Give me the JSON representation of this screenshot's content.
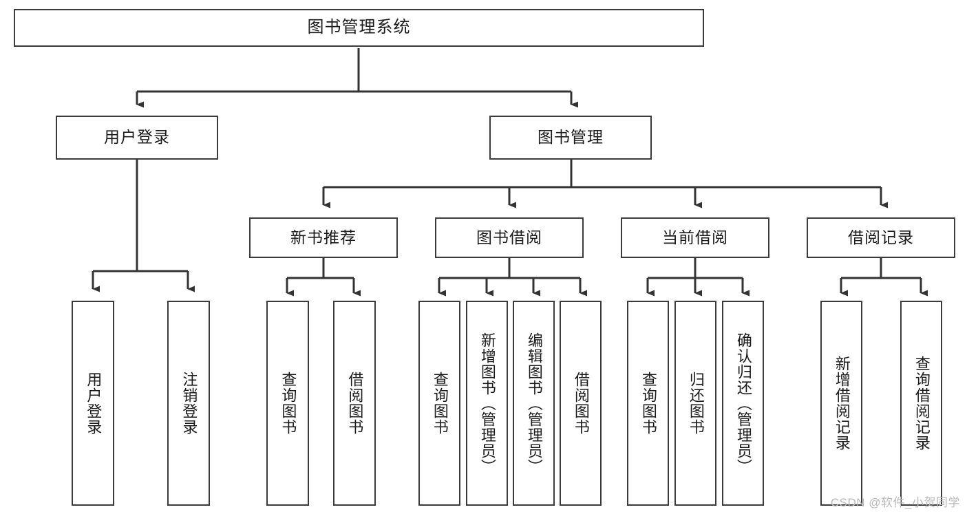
{
  "diagram": {
    "type": "tree-hierarchy-chart",
    "title": "图书管理系统",
    "watermark": "CSDN @软件_小贺同学",
    "colors": {
      "box_border": "#3a3a3a",
      "box_fill": "#ffffff",
      "connector": "#333333",
      "text": "#1b1b1b",
      "watermark": "#b9b9b9",
      "background": "#ffffff"
    },
    "levels": [
      {
        "level": 1,
        "nodes": [
          {
            "id": "root",
            "label": "图书管理系统",
            "orientation": "horizontal"
          }
        ]
      },
      {
        "level": 2,
        "nodes": [
          {
            "id": "user-login",
            "label": "用户登录",
            "orientation": "horizontal",
            "parent": "root"
          },
          {
            "id": "book-manage",
            "label": "图书管理",
            "orientation": "horizontal",
            "parent": "root"
          }
        ]
      },
      {
        "level": 3,
        "nodes": [
          {
            "id": "new-book-rec",
            "label": "新书推荐",
            "orientation": "horizontal",
            "parent": "book-manage"
          },
          {
            "id": "book-borrow",
            "label": "图书借阅",
            "orientation": "horizontal",
            "parent": "book-manage"
          },
          {
            "id": "current-borrow",
            "label": "当前借阅",
            "orientation": "horizontal",
            "parent": "book-manage"
          },
          {
            "id": "borrow-record",
            "label": "借阅记录",
            "orientation": "horizontal",
            "parent": "book-manage"
          }
        ]
      },
      {
        "level": 4,
        "nodes": [
          {
            "id": "leaf-user-login",
            "label": "用户登录",
            "orientation": "vertical",
            "parent": "user-login"
          },
          {
            "id": "leaf-user-logout",
            "label": "注销登录",
            "orientation": "vertical",
            "parent": "user-login"
          },
          {
            "id": "leaf-query-book-1",
            "label": "查询图书",
            "orientation": "vertical",
            "parent": "new-book-rec"
          },
          {
            "id": "leaf-borrow-book-1",
            "label": "借阅图书",
            "orientation": "vertical",
            "parent": "new-book-rec"
          },
          {
            "id": "leaf-query-book-2",
            "label": "查询图书",
            "orientation": "vertical",
            "parent": "book-borrow"
          },
          {
            "id": "leaf-add-book",
            "label": "新增图书（管理员）",
            "orientation": "vertical",
            "parent": "book-borrow"
          },
          {
            "id": "leaf-edit-book",
            "label": "编辑图书（管理员）",
            "orientation": "vertical",
            "parent": "book-borrow"
          },
          {
            "id": "leaf-borrow-book-2",
            "label": "借阅图书",
            "orientation": "vertical",
            "parent": "book-borrow"
          },
          {
            "id": "leaf-query-book-3",
            "label": "查询图书",
            "orientation": "vertical",
            "parent": "current-borrow"
          },
          {
            "id": "leaf-return-book",
            "label": "归还图书",
            "orientation": "vertical",
            "parent": "current-borrow"
          },
          {
            "id": "leaf-confirm-return",
            "label": "确认归还（管理员）",
            "orientation": "vertical",
            "parent": "current-borrow"
          },
          {
            "id": "leaf-add-record",
            "label": "新增借阅记录",
            "orientation": "vertical",
            "parent": "borrow-record"
          },
          {
            "id": "leaf-query-record",
            "label": "查询借阅记录",
            "orientation": "vertical",
            "parent": "borrow-record"
          }
        ]
      }
    ]
  }
}
